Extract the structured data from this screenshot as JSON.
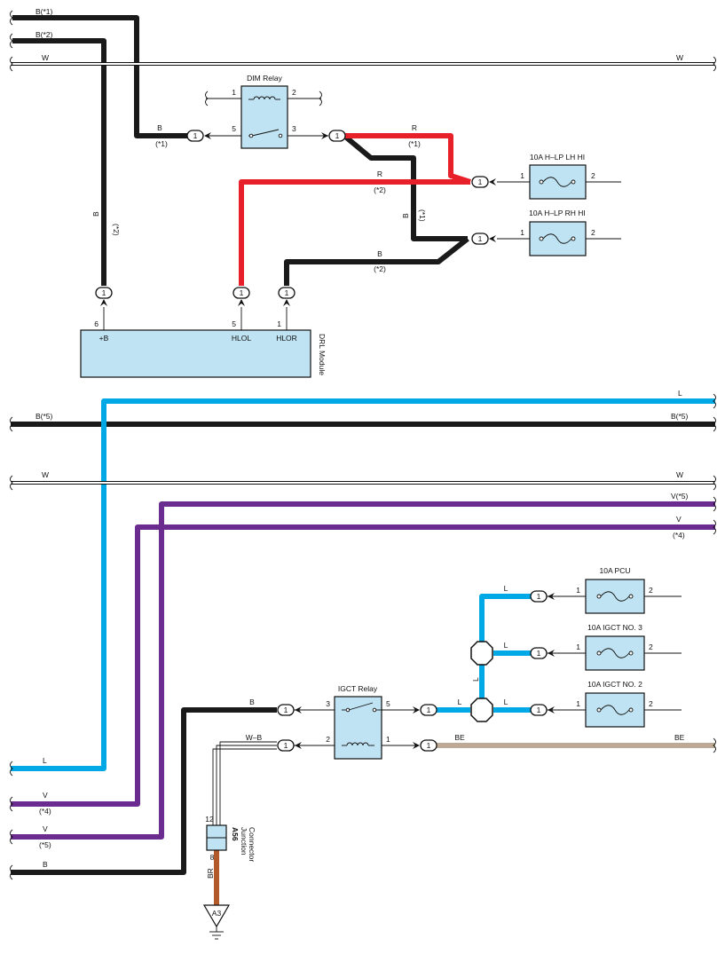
{
  "colors": {
    "black": "#1a1a1a",
    "white": "#ffffff",
    "red": "#e8202a",
    "blue": "#00a9e6",
    "violet": "#6a2c8e",
    "beige": "#bcaa96",
    "brown": "#b25a2a",
    "component_fill": "#bfe3f2"
  },
  "labels": {
    "b1": "B(*1)",
    "b2": "B(*2)",
    "w": "W",
    "b": "B",
    "r": "R",
    "star1": "(*1)",
    "star2": "(*2)",
    "star4": "(*4)",
    "star5": "(*5)",
    "b5": "B(*5)",
    "l": "L",
    "v": "V",
    "v5": "V(*5)",
    "wb": "W–B",
    "be": "BE",
    "br": "BR",
    "pin1": "1",
    "pin2": "2",
    "pin3": "3",
    "pin5": "5",
    "pin6": "6",
    "pin8": "8",
    "pin12": "12",
    "conn": "1"
  },
  "components": {
    "dim_relay": "DIM Relay",
    "fuse_lh": "10A H–LP LH HI",
    "fuse_rh": "10A H–LP RH HI",
    "drl_module": "DRL Module",
    "drl_pos_b": "+B",
    "drl_hlol": "HLOL",
    "drl_hlor": "HLOR",
    "igct_relay": "IGCT Relay",
    "fuse_pcu": "10A PCU",
    "fuse_igct3": "10A IGCT NO. 3",
    "fuse_igct2": "10A IGCT NO. 2",
    "junction_id": "A56",
    "junction_line1": "Junction",
    "junction_line2": "Connector",
    "ground": "A3"
  }
}
